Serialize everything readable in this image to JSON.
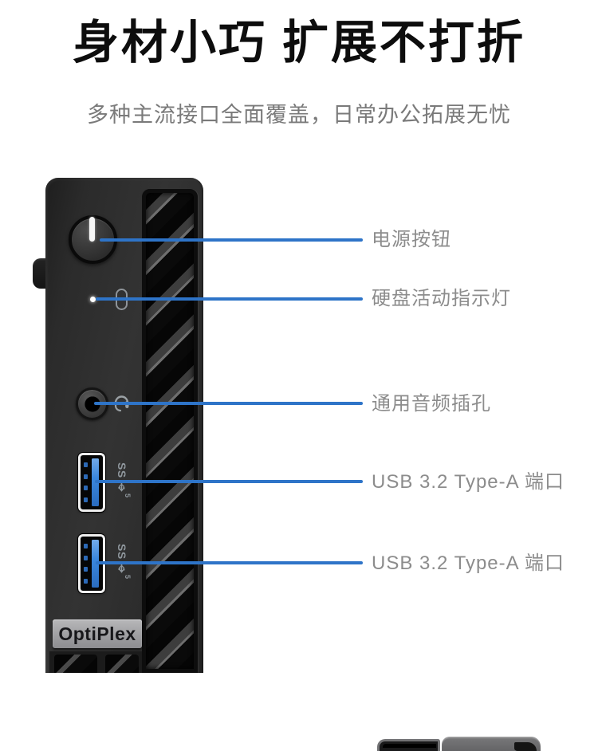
{
  "header": {
    "title": "身材小巧 扩展不打折",
    "subtitle": "多种主流接口全面覆盖，日常办公拓展无忧"
  },
  "product": {
    "badge": "OptiPlex",
    "usb_logo_text": "SS",
    "usb_logo_speed": "5"
  },
  "callouts": [
    {
      "id": "power-button",
      "label": "电源按钮"
    },
    {
      "id": "hdd-activity-led",
      "label": "硬盘活动指示灯"
    },
    {
      "id": "audio-jack",
      "label": "通用音频插孔"
    },
    {
      "id": "usb-port-1",
      "label": "USB 3.2 Type-A 端口"
    },
    {
      "id": "usb-port-2",
      "label": "USB 3.2 Type-A 端口"
    }
  ],
  "colors": {
    "callout_line": "#2e74c8",
    "label_text": "#8c8c8c",
    "title_text": "#0d0d0d",
    "subtitle_text": "#7a7a7a",
    "usb_tongue": "#3b87dd"
  }
}
